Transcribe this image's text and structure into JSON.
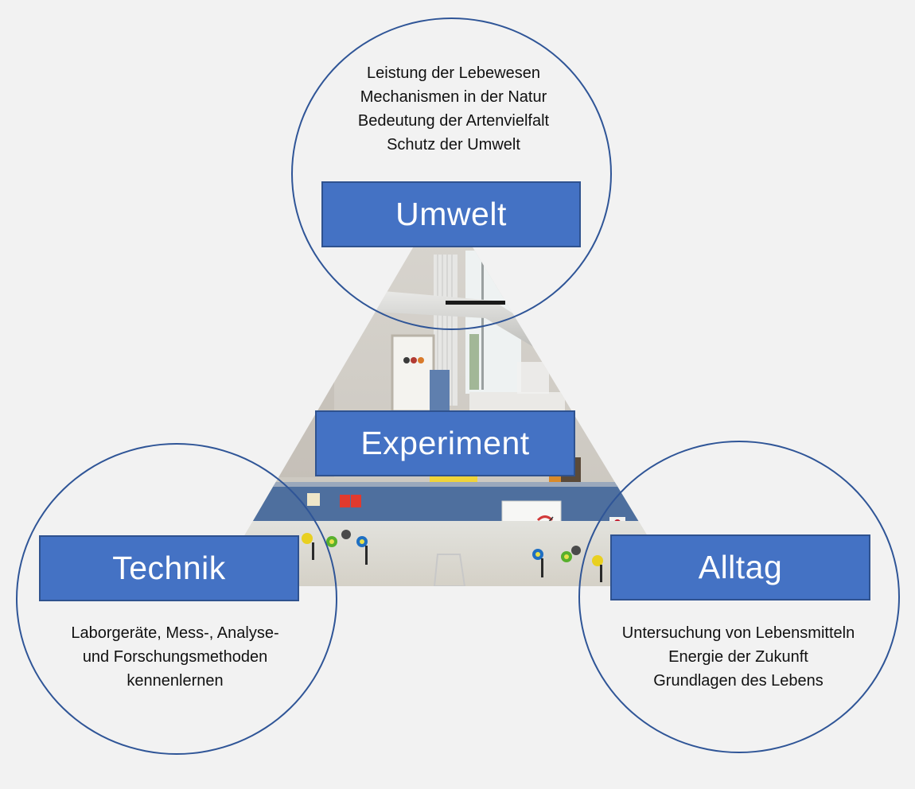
{
  "colors": {
    "background": "#f2f2f2",
    "box_fill": "#4472c4",
    "box_border": "#2f528f",
    "circle_stroke": "#2f5597",
    "box_text": "#ffffff",
    "body_text": "#111111"
  },
  "center": {
    "label": "Experiment",
    "image": {
      "shape": "triangle",
      "description": "lab-bench-photo"
    }
  },
  "nodes": {
    "umwelt": {
      "label": "Umwelt",
      "items": [
        "Leistung der Lebewesen",
        "Mechanismen in der Natur",
        "Bedeutung der Artenvielfalt",
        "Schutz der Umwelt"
      ]
    },
    "technik": {
      "label": "Technik",
      "items": [
        "Laborgeräte, Mess-, Analyse-",
        "und Forschungsmethoden",
        "kennenlernen"
      ]
    },
    "alltag": {
      "label": "Alltag",
      "items": [
        "Untersuchung von Lebensmitteln",
        "Energie der Zukunft",
        "Grundlagen des Lebens"
      ]
    }
  }
}
